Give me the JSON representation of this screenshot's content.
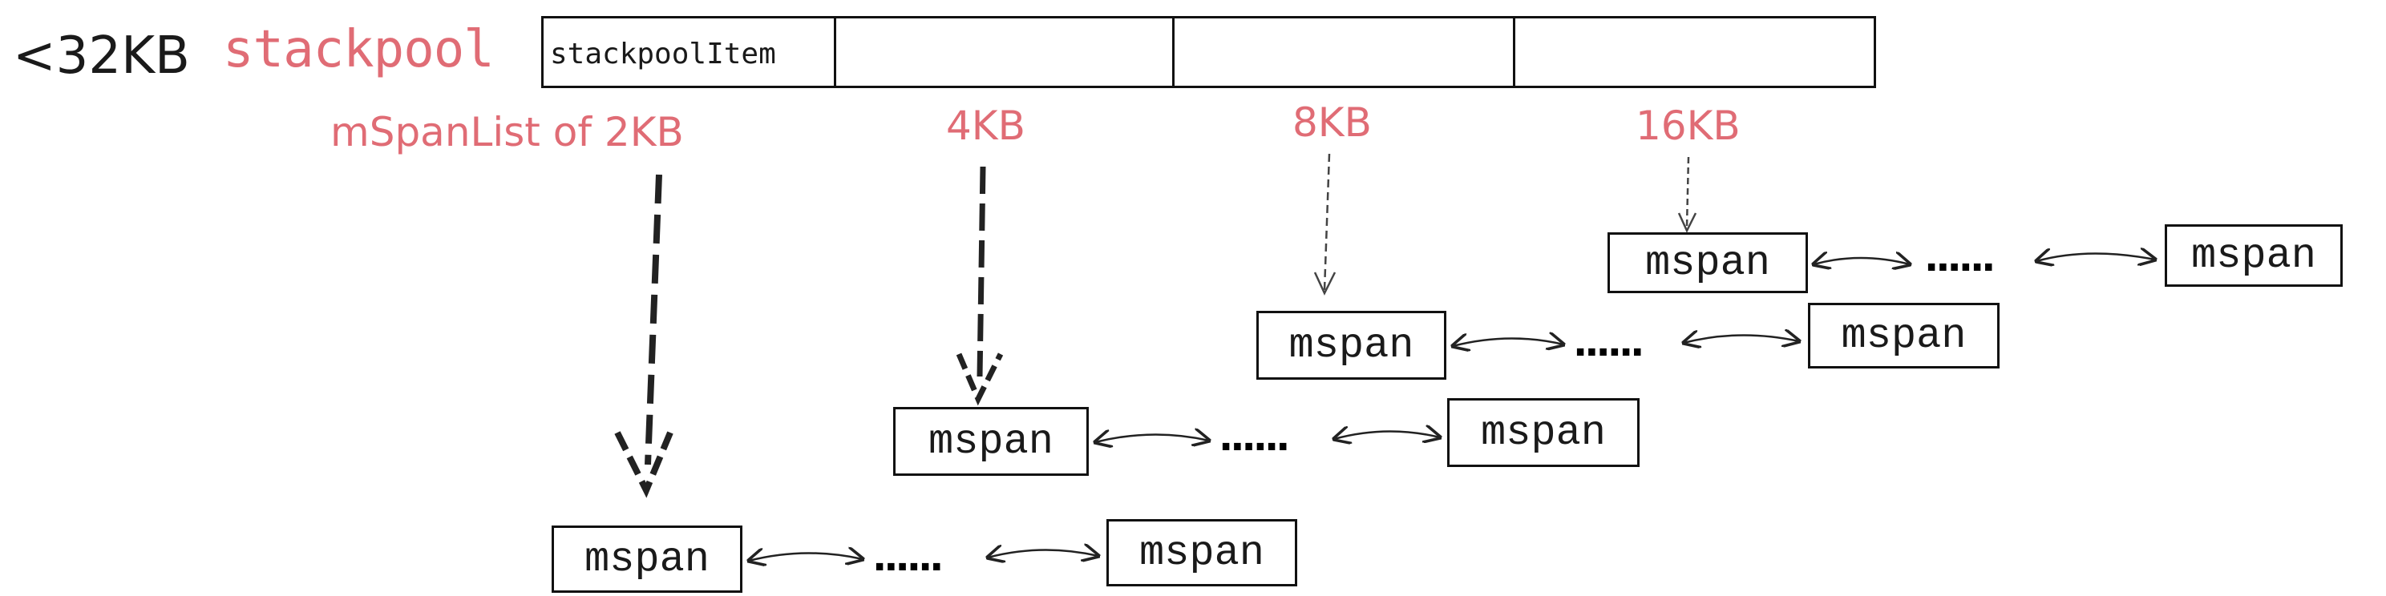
{
  "size_note": "<32KB",
  "pool": {
    "title": "stackpool",
    "cells": [
      {
        "label": "stackpoolItem"
      },
      {
        "label": ""
      },
      {
        "label": ""
      },
      {
        "label": ""
      }
    ]
  },
  "size_classes": [
    {
      "label": "mSpanList of 2KB",
      "span_left": "mspan",
      "ellipsis": "......",
      "span_right": "mspan"
    },
    {
      "label": "4KB",
      "span_left": "mspan",
      "ellipsis": "......",
      "span_right": "mspan"
    },
    {
      "label": "8KB",
      "span_left": "mspan",
      "ellipsis": "......",
      "span_right": "mspan"
    },
    {
      "label": "16KB",
      "span_left": "mspan",
      "ellipsis": "......",
      "span_right": "mspan"
    }
  ],
  "colors": {
    "accent": "#e06c75",
    "ink": "#111111"
  }
}
